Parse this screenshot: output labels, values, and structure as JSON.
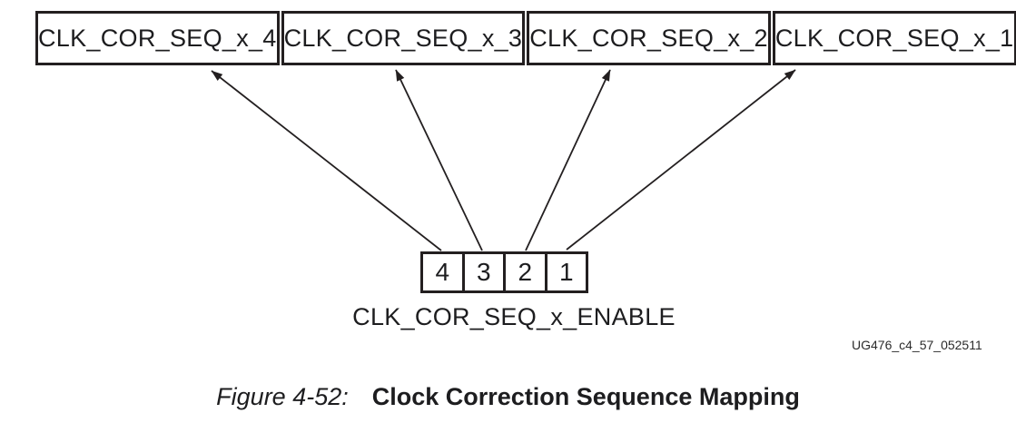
{
  "diagram": {
    "seq_boxes": [
      {
        "label": "CLK_COR_SEQ_x_4",
        "bit": "4"
      },
      {
        "label": "CLK_COR_SEQ_x_3",
        "bit": "3"
      },
      {
        "label": "CLK_COR_SEQ_x_2",
        "bit": "2"
      },
      {
        "label": "CLK_COR_SEQ_x_1",
        "bit": "1"
      }
    ],
    "enable_register": {
      "bits": [
        "4",
        "3",
        "2",
        "1"
      ],
      "label": "CLK_COR_SEQ_x_ENABLE"
    },
    "connections": [
      {
        "from_bit": "4",
        "to": "CLK_COR_SEQ_x_4"
      },
      {
        "from_bit": "3",
        "to": "CLK_COR_SEQ_x_3"
      },
      {
        "from_bit": "2",
        "to": "CLK_COR_SEQ_x_2"
      },
      {
        "from_bit": "1",
        "to": "CLK_COR_SEQ_x_1"
      }
    ],
    "watermark": "UG476_c4_57_052511"
  },
  "caption": {
    "figure_label": "Figure 4-52:",
    "title": "Clock Correction Sequence Mapping"
  },
  "colors": {
    "line": "#231f20",
    "text": "#1d1d1f"
  }
}
